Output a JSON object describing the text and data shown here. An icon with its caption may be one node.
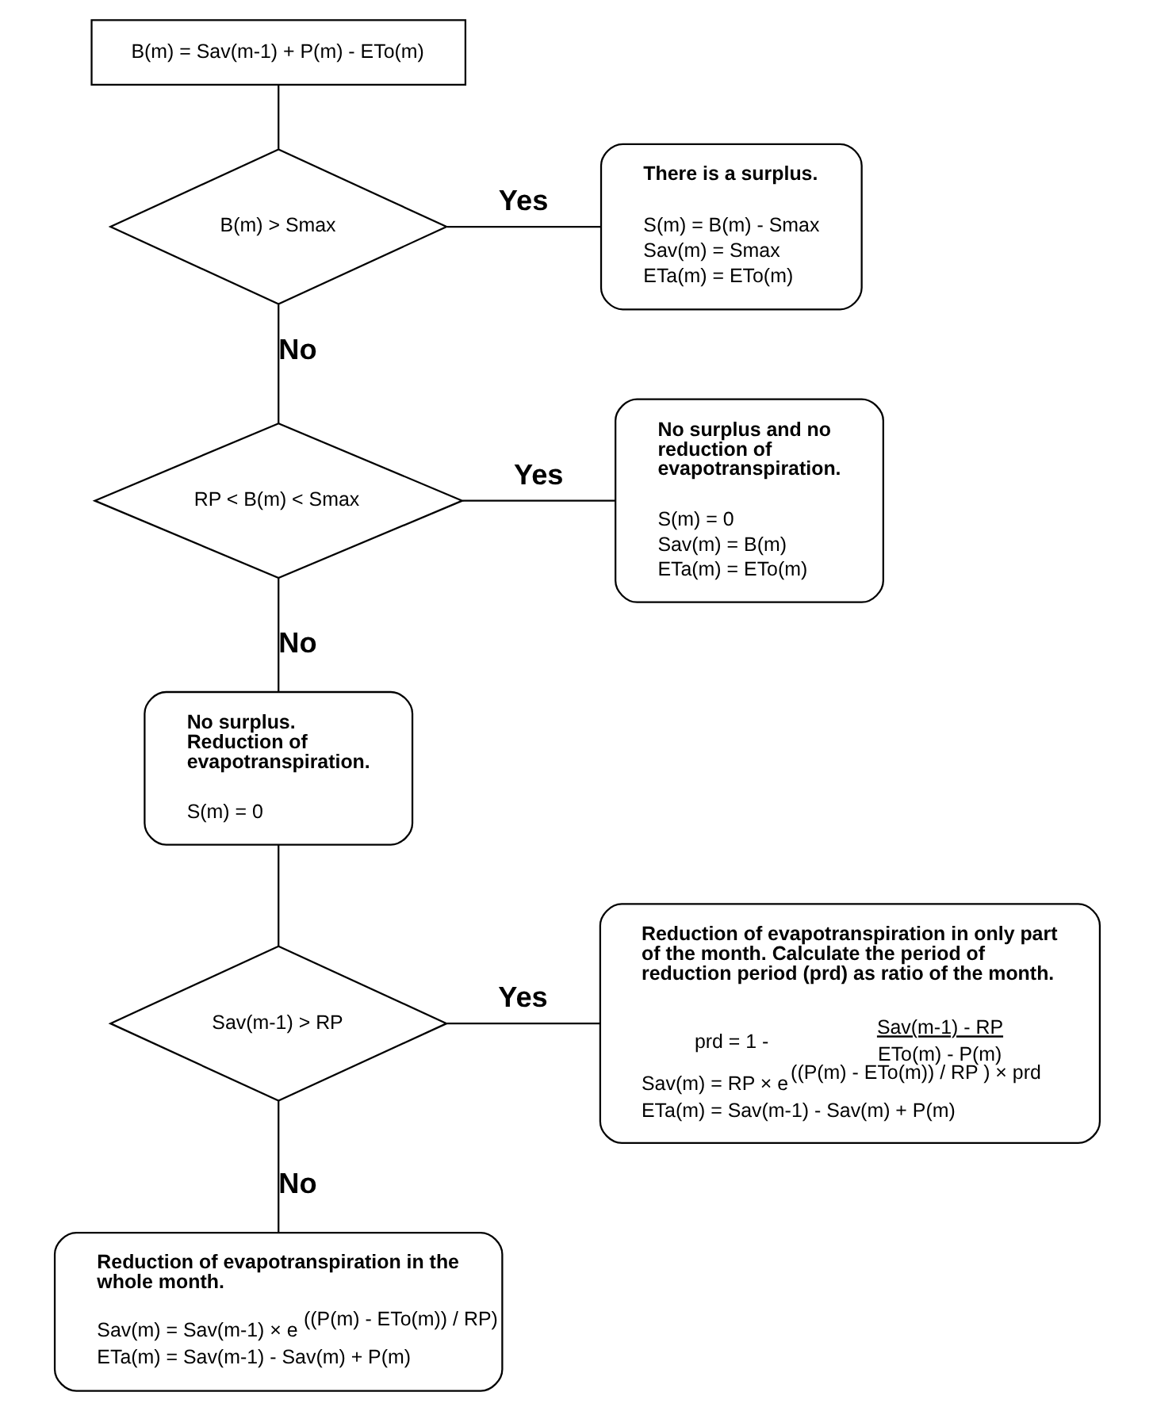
{
  "diagram": {
    "nodes": [
      {
        "text": [
          "B(m) = Sav(m-1) + P(m) - ETo(m)"
        ]
      },
      {
        "text": [
          "B(m) > Smax"
        ]
      },
      {
        "text": [
          "There is a surplus.",
          "S(m) = B(m) - Smax",
          "Sav(m) = Smax",
          "ETa(m) = ETo(m)"
        ]
      },
      {
        "text": [
          "RP < B(m) < Smax"
        ]
      },
      {
        "text": [
          "No surplus and no reduction of evapotranspiration.",
          "S(m) = 0",
          "Sav(m) = B(m)",
          "ETa(m) = ETo(m)"
        ]
      },
      {
        "text": [
          "No surplus. Reduction of evapotranspiration.",
          "S(m) = 0"
        ]
      },
      {
        "text": [
          "Sav(m-1) > RP"
        ]
      },
      {
        "text": [
          "Reduction of evapotranspiration in only part of the month. Calculate the period of reduction period (prd) as ratio of the month.",
          "prd = 1 -",
          "Sav(m-1) - RP",
          "ETo(m) - P(m)",
          "Sav(m) = RP × e$^{((P(m) - ETo(m)) / RP ) × prd}$",
          "ETa(m) = Sav(m-1) - Sav(m) + P(m)"
        ]
      },
      {
        "text": [
          "Reduction of evapotranspiration in the whole month.",
          "Sav(m) = Sav(m-1) × e $^{((P(m) - ETo(m)) / RP)}$",
          "ETa(m) = Sav(m-1) - Sav(m) + P(m)"
        ]
      }
    ],
    "edges": [
      {
        "from": 0,
        "to": 1,
        "arrow": "none"
      },
      {
        "from": 1,
        "to": 2,
        "arrow": "none",
        "label": "Yes"
      },
      {
        "from": 1,
        "to": 3,
        "arrow": "none",
        "label": "No"
      },
      {
        "from": 3,
        "to": 4,
        "arrow": "none",
        "label": "Yes"
      },
      {
        "from": 3,
        "to": 5,
        "arrow": "none",
        "label": "No"
      },
      {
        "from": 5,
        "to": 6,
        "arrow": "none"
      },
      {
        "from": 6,
        "to": 7,
        "arrow": "none",
        "label": "Yes"
      },
      {
        "from": 6,
        "to": 8,
        "arrow": "none",
        "label": "No"
      }
    ]
  }
}
